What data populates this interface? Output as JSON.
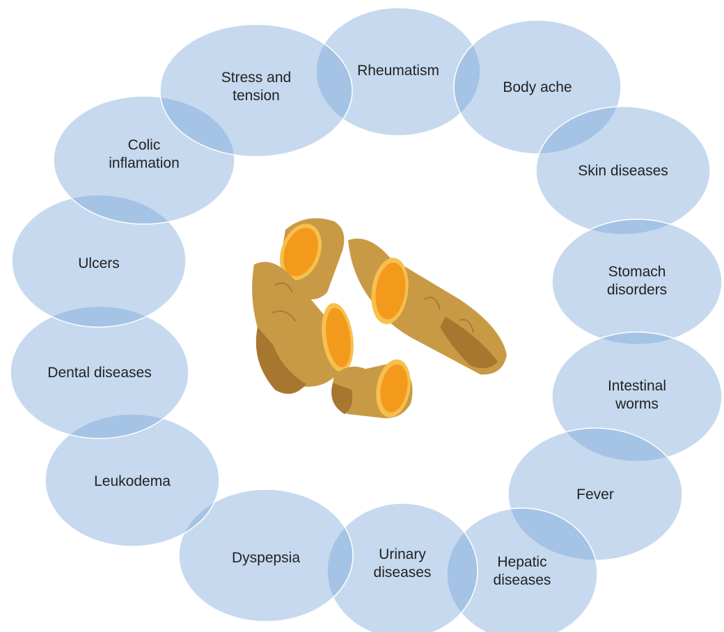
{
  "nodes": [
    {
      "id": "rheumatism",
      "lines": [
        "Rheumatism"
      ]
    },
    {
      "id": "body-ache",
      "lines": [
        "Body ache"
      ]
    },
    {
      "id": "skin-diseases",
      "lines": [
        "Skin diseases"
      ]
    },
    {
      "id": "stomach-disorders",
      "lines": [
        "Stomach",
        "disorders"
      ]
    },
    {
      "id": "intestinal-worms",
      "lines": [
        "Intestinal",
        "worms"
      ]
    },
    {
      "id": "fever",
      "lines": [
        "Fever"
      ]
    },
    {
      "id": "hepatic-diseases",
      "lines": [
        "Hepatic",
        "diseases"
      ]
    },
    {
      "id": "urinary-diseases",
      "lines": [
        "Urinary",
        "diseases"
      ]
    },
    {
      "id": "dyspepsia",
      "lines": [
        "Dyspepsia"
      ]
    },
    {
      "id": "leukodema",
      "lines": [
        "Leukodema"
      ]
    },
    {
      "id": "dental-diseases",
      "lines": [
        "Dental diseases"
      ]
    },
    {
      "id": "ulcers",
      "lines": [
        "Ulcers"
      ]
    },
    {
      "id": "colic-inflamation",
      "lines": [
        "Colic",
        "inflamation"
      ]
    },
    {
      "id": "stress-and-tension",
      "lines": [
        "Stress and",
        "tension"
      ]
    }
  ],
  "center_image": "turmeric-root",
  "bubble_color": "#9fc0e6"
}
